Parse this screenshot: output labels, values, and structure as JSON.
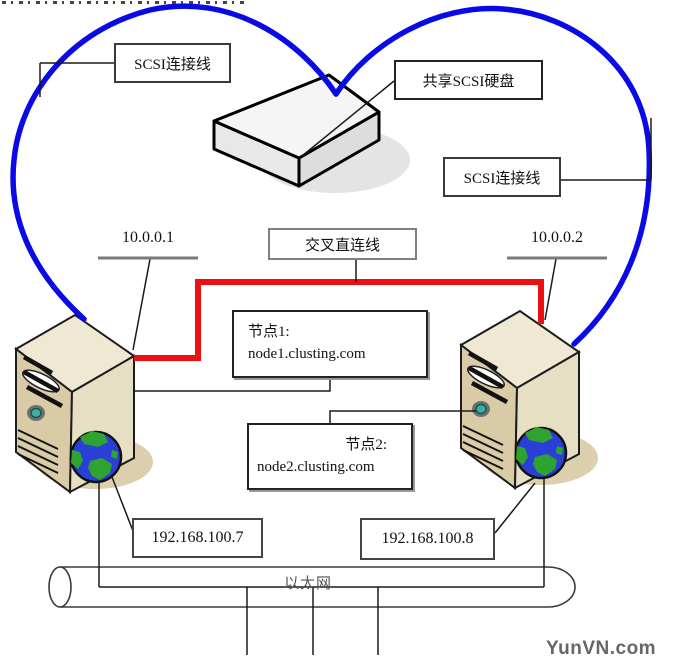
{
  "diagram": {
    "top_labels": {
      "scsi_cable_left": "SCSI连接线",
      "shared_disk": "共享SCSI硬盘",
      "scsi_cable_right": "SCSI连接线"
    },
    "middle": {
      "crossover_cable": "交叉直连线",
      "node1_heartbeat_ip": "10.0.0.1",
      "node2_heartbeat_ip": "10.0.0.2"
    },
    "nodes": {
      "node1": {
        "title": "节点1:",
        "hostname": "node1.clusting.com",
        "lan_ip": "192.168.100.7"
      },
      "node2": {
        "title": "节点2:",
        "hostname": "node2.clusting.com",
        "lan_ip": "192.168.100.8"
      }
    },
    "network": {
      "ethernet_label": "以太网"
    },
    "watermark": "YunVN.com",
    "colors": {
      "scsi-bus": "#0a0ae6",
      "crossover": "#ec1010",
      "server-front": "#d8cba6",
      "server-panel": "#e7dfc4",
      "server-top": "#efe8d2",
      "server-shadow": "#dbcfad",
      "globe-ocean": "#2a3fd6",
      "globe-land": "#2fa32f",
      "disk-top": "#f5f5f5",
      "disk-left": "#e8e8e8",
      "disk-right": "#dddddd"
    }
  }
}
